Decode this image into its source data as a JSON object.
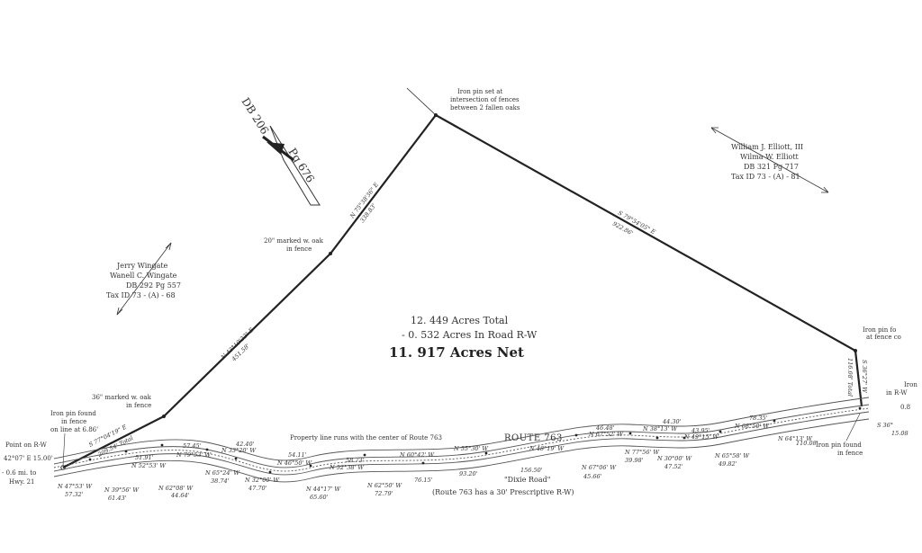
{
  "acreage": {
    "total": "12. 449  Acres  Total",
    "row": "- 0. 532  Acres  In  Road  R-W",
    "net": "11. 917  Acres  Net"
  },
  "deed_ref": {
    "db": "DB 206",
    "pg": "Pg 676"
  },
  "owners": {
    "wingate": {
      "line1": "Jerry  Wingate",
      "line2": "Wanell  C.  Wingate",
      "line3": "DB  292   Pg 557",
      "line4": "Tax ID  73 - (A) - 68"
    },
    "elliott": {
      "line1": "William  J.  Elliott,  III",
      "line2": "Wilma  W.  Elliott",
      "line3": "DB  321   Pg 717",
      "line4": "Tax ID  73 - (A) - 81"
    }
  },
  "monuments": {
    "iron_pin_set": [
      "Iron  pin  set  at",
      "intersection  of  fences",
      "between  2  fallen  oaks"
    ],
    "oak_20": [
      "20\"  marked  w.  oak",
      "in  fence"
    ],
    "oak_36": [
      "36\"  marked  w.  oak",
      "in  fence"
    ],
    "iron_pin_fence_sw": [
      "Iron  pin  found",
      "in  fence",
      "on  line  at  6.86'"
    ],
    "point_row": "Point  on  R-W",
    "iron_pin_fence_e": [
      "Iron  pin  fo",
      "at  fence  co"
    ],
    "iron_pin_e2": [
      "Iron",
      "in  R-W"
    ],
    "iron_pin_fence_se": [
      "Iron  pin  found",
      "in  fence"
    ]
  },
  "boundary_calls": {
    "north_east_leg": {
      "bearing": "S  79°54'05\" E",
      "distance": "922.86'"
    },
    "top_west_leg": {
      "bearing": "N  75°38'36\" E",
      "distance": "338.83'"
    },
    "middle_west_leg": {
      "bearing": "N  43°19'22\" E",
      "distance": "451.58'"
    },
    "south_west_leg": {
      "bearing": "S  77°04'19\" E",
      "distance": "209.54'  Total"
    },
    "east_leg": {
      "bearing": "S  36°27' W",
      "distance": "116.08'  Total"
    },
    "east_leg_part": "0.8",
    "se_call": [
      "S  36°",
      "15.08"
    ],
    "sw_left": [
      "42°07' E  15.00'",
      "- 0.6  mi.  to",
      "Hwy.  21"
    ]
  },
  "road": {
    "name": "ROUTE  763",
    "alias": "\"Dixie  Road\"",
    "note": "(Route  763  has  a  30'  Prescriptive  R-W)",
    "centerline_note": "Property  line  runs  with  the  center  of  Route  763"
  },
  "road_calls_upper": [
    {
      "d": "51.91'",
      "b": "N  52°53' W"
    },
    {
      "d": "57.45'",
      "b": "N  79°53' W"
    },
    {
      "d": "42.40'",
      "b": "N  33°20' W"
    },
    {
      "d": "54.11'",
      "b": "N  46°50' W"
    },
    {
      "d": "58.73'",
      "b": "N  52°38' W"
    },
    {
      "d": "",
      "b": "N  60°42' W"
    },
    {
      "d": "",
      "b": "N  55°30' W"
    },
    {
      "d": "",
      "b": "N  48°19' W"
    },
    {
      "d": "46.48'",
      "b": "N  67°52' W"
    },
    {
      "d": "44.30'",
      "b": "N  38°13' W"
    },
    {
      "d": "43.95'",
      "b": "N  49°15' W"
    },
    {
      "d": "78.35'",
      "b": "N  68°50' W"
    }
  ],
  "road_calls_lower": [
    {
      "b": "N  47°53' W",
      "d": "57.32'"
    },
    {
      "b": "N  39°56' W",
      "d": "61.43'"
    },
    {
      "b": "N  62°08' W",
      "d": "44.64'"
    },
    {
      "b": "N  65°24' W",
      "d": "38.74'"
    },
    {
      "b": "N  32°00' W",
      "d": "47.70'"
    },
    {
      "b": "N  44°17' W",
      "d": "65.60'"
    },
    {
      "b": "N  62°50' W",
      "d": "72.79'"
    },
    {
      "b": "",
      "d": "76.15'"
    },
    {
      "b": "",
      "d": "93.20'"
    },
    {
      "b": "",
      "d": "156.50'"
    },
    {
      "b": "N  67°06' W",
      "d": "45.66'"
    },
    {
      "b": "N  77°56' W",
      "d": "39.98'"
    },
    {
      "b": "N  30°00' W",
      "d": "47.52'"
    },
    {
      "b": "N  65°58' W",
      "d": "49.82'"
    },
    {
      "b": "N  64°13' W",
      "d": "110.08'"
    }
  ]
}
